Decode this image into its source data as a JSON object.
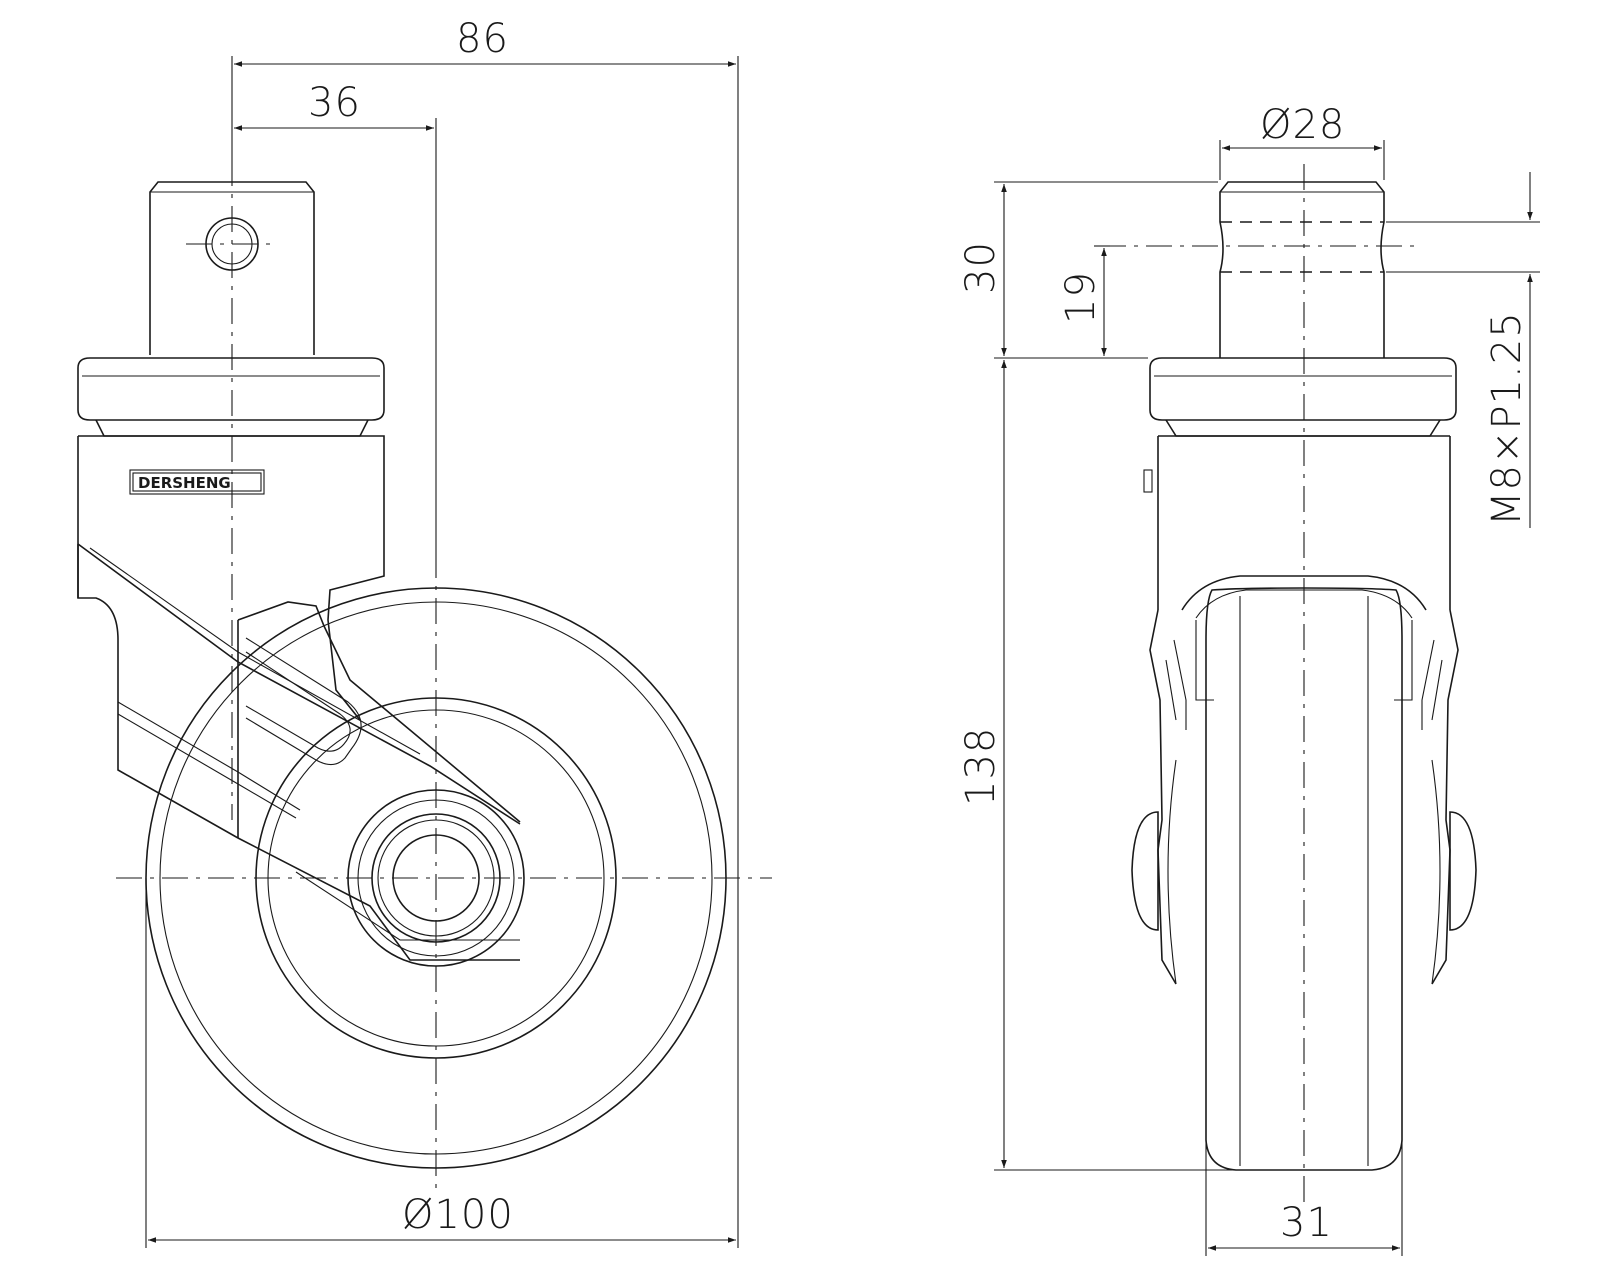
{
  "dimensions": {
    "overall_width": "86",
    "offset": "36",
    "wheel_diameter": "Ø100",
    "stem_diameter": "Ø28",
    "stem_length": "30",
    "hole_position": "19",
    "overall_height": "138",
    "wheel_width": "31",
    "thread": "M8×P1.25"
  },
  "brand": {
    "logo_text": "DERSHENG"
  }
}
